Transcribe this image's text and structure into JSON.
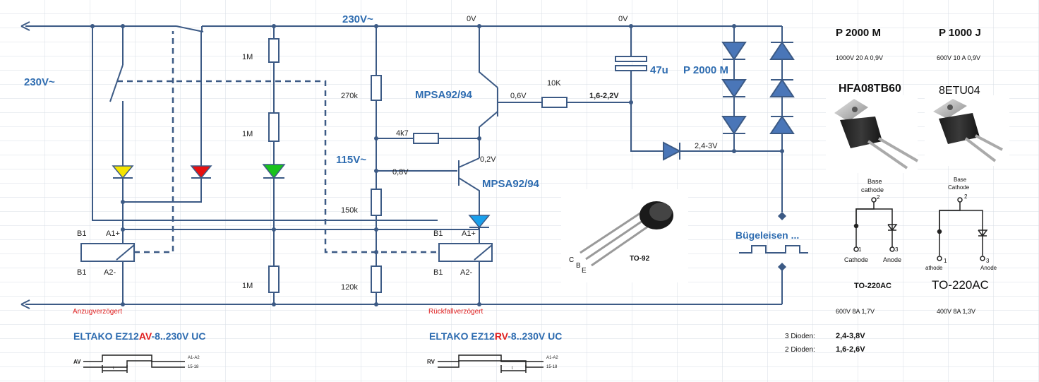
{
  "labels": {
    "top_mains": "230V~",
    "left_mains": "230V~",
    "mid_mains": "115V~",
    "zero_a": "0V",
    "zero_b": "0V",
    "r_1m_a": "1M",
    "r_1m_b": "1M",
    "r_1m_c": "1M",
    "r_270k": "270k",
    "r_4k7": "4k7",
    "r_150k": "150k",
    "r_120k": "120k",
    "r_10k": "10K",
    "v_06": "0,6V",
    "v_02": "0,2V",
    "v_08": "0,8V",
    "v_16_22": "1,6-2,2V",
    "v_24_3": "2,4-3V",
    "cap_47u": "47u",
    "q1_name": "MPSA92/94",
    "q2_name": "MPSA92/94",
    "diode_string": "P 2000 M",
    "relay1_b1_top": "B1",
    "relay1_a1": "A1+",
    "relay1_b1_bot": "B1",
    "relay1_a2": "A2-",
    "relay2_b1_top": "B1",
    "relay2_a1": "A1+",
    "relay2_b1_bot": "B1",
    "relay2_a2": "A2-",
    "anzug": "Anzugverzögert",
    "rueckfall": "Rückfallverzögert",
    "buegel": "Bügeleisen ...",
    "eltako_av_pre": "ELTAKO EZ12",
    "eltako_av_code": "AV",
    "eltako_av_post": "-8..230V UC",
    "eltako_rv_pre": "ELTAKO EZ12",
    "eltako_rv_code": "RV",
    "eltako_rv_post": "-8..230V UC",
    "timing_av": "AV",
    "timing_rv": "RV",
    "timing_a1a2": "A1-A2",
    "timing_1518": "15-18",
    "timing_t": "t",
    "to92": "TO-92",
    "to92_c": "C",
    "to92_b": "B",
    "to92_e": "E"
  },
  "parts_table": {
    "col1_name": "P 2000 M",
    "col1_spec": "1000V 20 A 0,9V",
    "col2_name": "P 1000 J",
    "col2_spec": "600V 10 A 0,9V",
    "col1_part": "HFA08TB60",
    "col2_part": "8ETU04",
    "col1_pkg": "TO-220AC",
    "col2_pkg": "TO-220AC",
    "col1_spec2": "600V 8A 1,7V",
    "col2_spec2": "400V 8A 1,3V",
    "pin_base_a": "Base",
    "pin_cathode_a": "cathode",
    "pin_base_b": "Base",
    "pin_cathode_b": "Cathode",
    "pin2_a": "2",
    "pin2_b": "2",
    "pin1_a": "1",
    "pin3_a": "3",
    "pin1_b": "1",
    "pin3_b": "3",
    "pinlbl_cathode": "Cathode",
    "pinlbl_anode_a": "Anode",
    "pinlbl_athode": "athode",
    "pinlbl_anode_b": "Anode",
    "dioden3_label": "3 Dioden:",
    "dioden3_value": "2,4-3,8V",
    "dioden2_label": "2 Dioden:",
    "dioden2_value": "1,6-2,6V"
  },
  "colors": {
    "wire": "#3c5a85",
    "diode": "#4a76b8",
    "label_blue": "#2e6cb0",
    "accent_red": "#e02020",
    "led_yellow": "#f5e400",
    "led_red": "#e81010",
    "led_green": "#19c21d",
    "led_blue": "#1aa0ec"
  }
}
